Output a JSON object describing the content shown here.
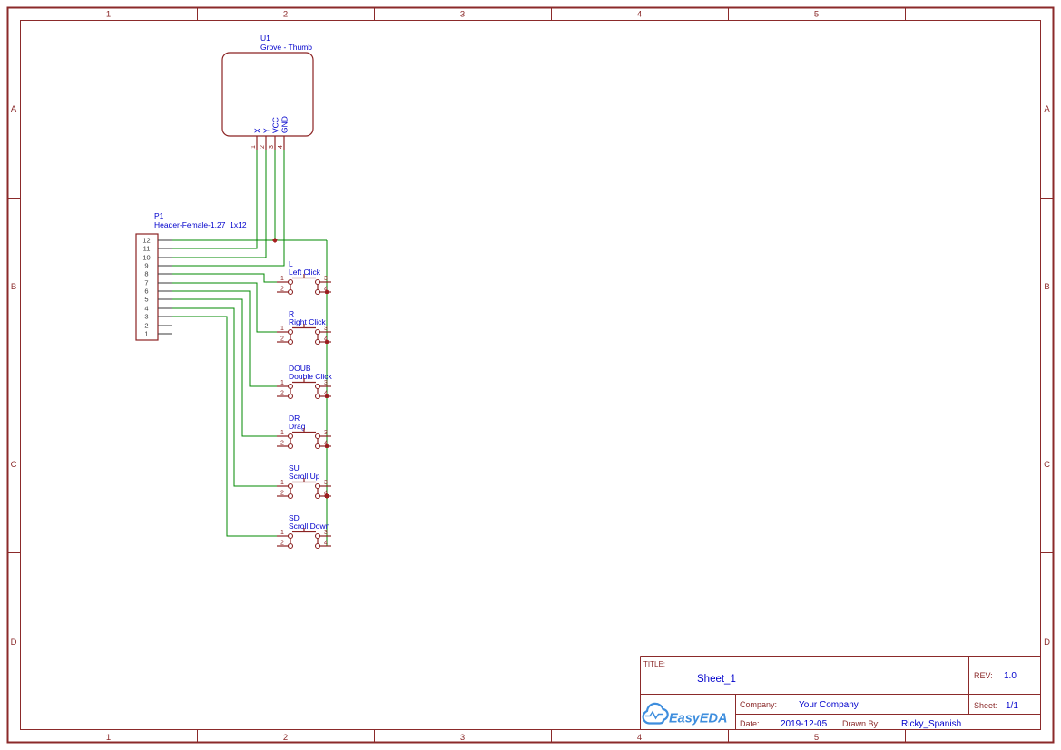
{
  "sheet": {
    "grid_columns": [
      "1",
      "2",
      "3",
      "4",
      "5"
    ],
    "grid_rows": [
      "A",
      "B",
      "C",
      "D"
    ]
  },
  "components": {
    "u1": {
      "designator": "U1",
      "name": "Grove - Thumb",
      "pin_numbers": [
        "1",
        "2",
        "3",
        "4"
      ],
      "pin_names": [
        "X",
        "Y",
        "VCC",
        "GND"
      ]
    },
    "p1": {
      "designator": "P1",
      "name": "Header-Female-1.27_1x12",
      "pin_numbers": [
        "12",
        "11",
        "10",
        "9",
        "8",
        "7",
        "6",
        "5",
        "4",
        "3",
        "2",
        "1"
      ]
    },
    "switch_pin_numbers": [
      "1",
      "2",
      "3",
      "4"
    ],
    "switches": [
      {
        "designator": "L",
        "name": "Left Click"
      },
      {
        "designator": "R",
        "name": "Right Click"
      },
      {
        "designator": "DOUB",
        "name": "Double Click"
      },
      {
        "designator": "DR",
        "name": "Drag"
      },
      {
        "designator": "SU",
        "name": "Scroll Up"
      },
      {
        "designator": "SD",
        "name": "Scroll Down"
      }
    ]
  },
  "title_block": {
    "title_label": "TITLE:",
    "title": "Sheet_1",
    "rev_label": "REV:",
    "rev": "1.0",
    "company_label": "Company:",
    "company": "Your Company",
    "sheet_label": "Sheet:",
    "sheet": "1/1",
    "date_label": "Date:",
    "date": "2019-12-05",
    "drawn_by_label": "Drawn By:",
    "drawn_by": "Ricky_Spanish",
    "logo_text": "EasyEDA"
  },
  "colors": {
    "frame": "#8b2a2a",
    "component": "#8b2222",
    "wire": "#008800",
    "label": "#0000cc",
    "junction": "#a51f1f",
    "logo": "#3e8ede"
  }
}
